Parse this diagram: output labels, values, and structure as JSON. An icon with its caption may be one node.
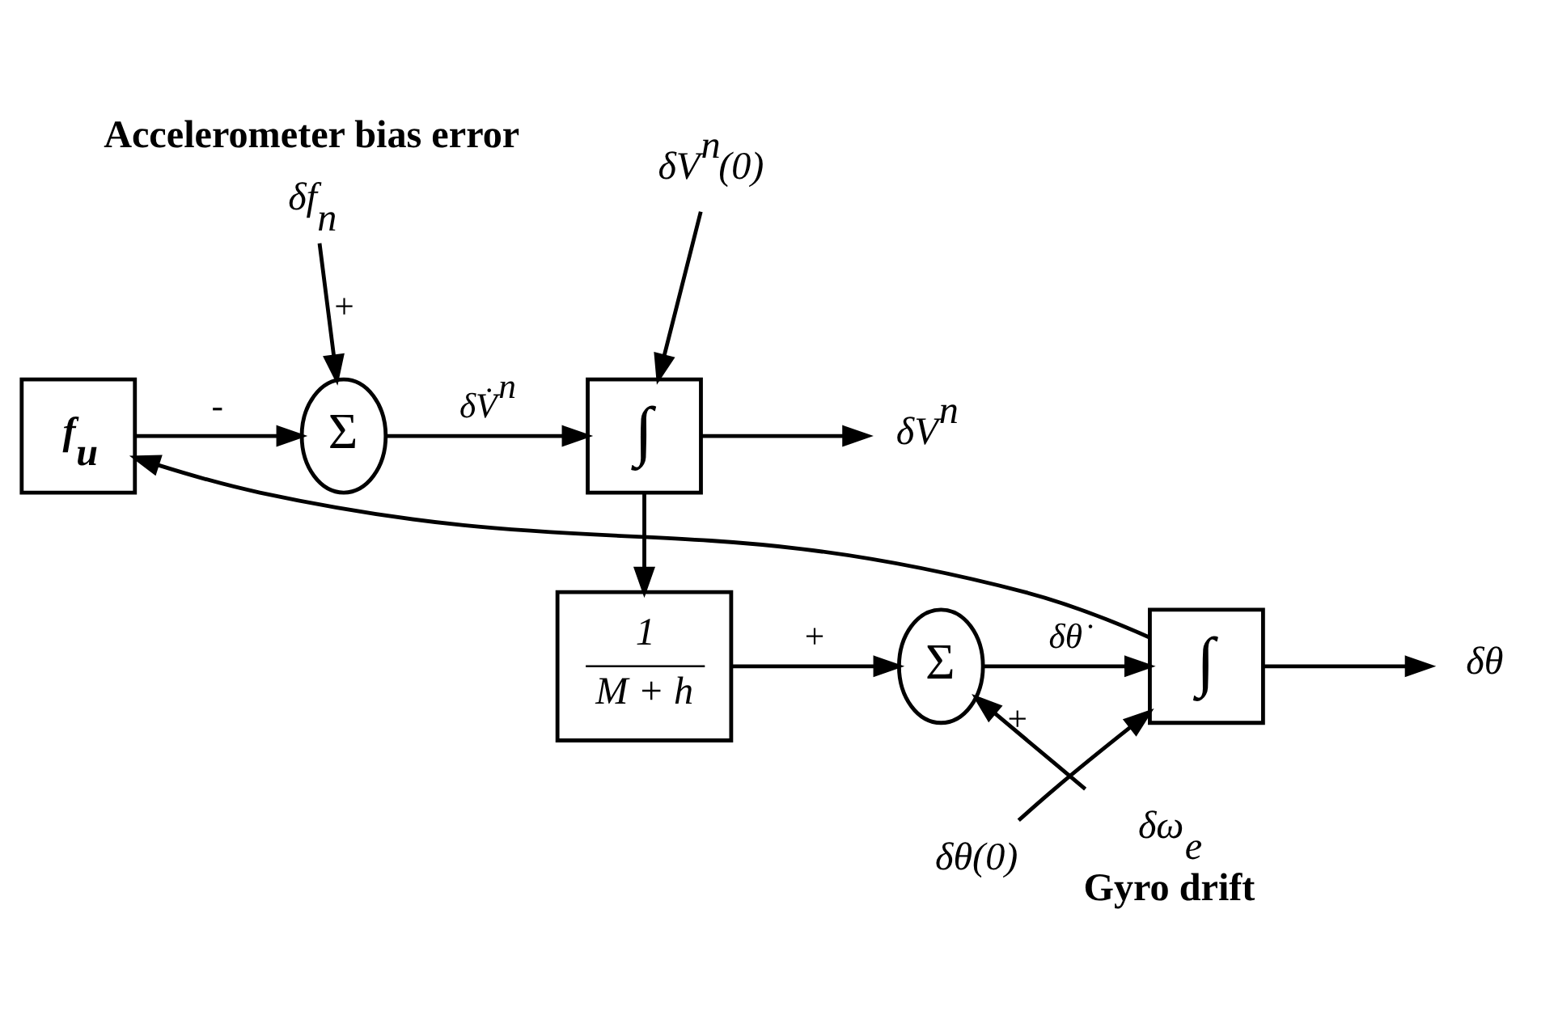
{
  "diagram": {
    "nodes": [
      {
        "text": [
          "f$_{u}$"
        ]
      },
      {
        "text": [
          "Σ"
        ]
      },
      {
        "text": [
          "∫"
        ]
      },
      {
        "text": [
          "1",
          "M + h"
        ]
      },
      {
        "text": [
          "Σ"
        ]
      },
      {
        "text": [
          "∫"
        ]
      },
      {
        "text": [
          "δθ"
        ]
      },
      {
        "text": [
          "δV$^{n}$"
        ]
      },
      {
        "text": [
          "Accelerometer bias error",
          "δf$_{n}$"
        ]
      },
      {
        "text": [
          "δV$^{n}$(0)"
        ]
      },
      {
        "text": [
          "δθ(0)"
        ]
      },
      {
        "text": [
          "δω$_{e}$",
          "Gyro drift"
        ]
      }
    ],
    "edges": [
      {
        "from": 0,
        "to": 1,
        "arrow": "to",
        "label": "-"
      },
      {
        "from": 8,
        "to": 1,
        "arrow": "to",
        "label": "+"
      },
      {
        "from": 1,
        "to": 2,
        "arrow": "to",
        "label": "δV̇$^{n}$"
      },
      {
        "from": 9,
        "to": 2,
        "arrow": "to"
      },
      {
        "from": 2,
        "to": 7,
        "arrow": "to"
      },
      {
        "from": 2,
        "to": 3,
        "arrow": "to"
      },
      {
        "from": 3,
        "to": 4,
        "arrow": "to",
        "label": "+"
      },
      {
        "from": 11,
        "to": 4,
        "arrow": "to",
        "label": "+"
      },
      {
        "from": 4,
        "to": 5,
        "arrow": "to",
        "label": "δθ̇"
      },
      {
        "from": 10,
        "to": 5,
        "arrow": "to"
      },
      {
        "from": 5,
        "to": 6,
        "arrow": "to"
      },
      {
        "from": 5,
        "to": 0,
        "arrow": "to"
      }
    ]
  }
}
